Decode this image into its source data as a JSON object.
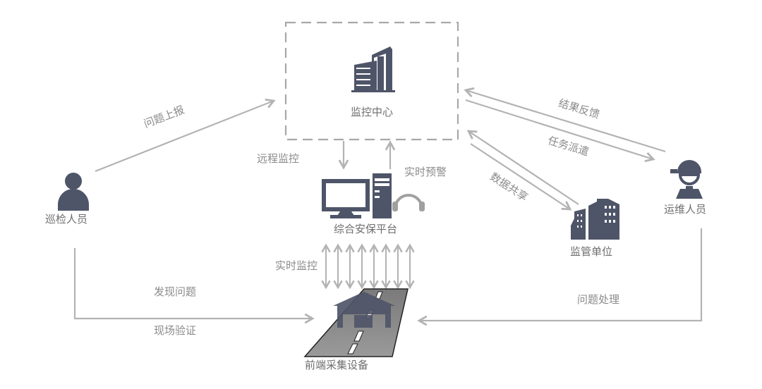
{
  "colors": {
    "icon": "#4f5568",
    "arrow": "#b3b3b3",
    "dash": "#a8a8a8",
    "road": "#8c8c8c",
    "label": "#8a8a8a",
    "headphones": "#a0a0a0"
  },
  "nodes": {
    "monitoring_center": {
      "label": "监控中心",
      "icon": "office-building-icon"
    },
    "security_platform": {
      "label": "综合安保平台",
      "icon": "desktop-computer-icon"
    },
    "frontend_devices": {
      "label": "前端采集设备",
      "icon": "garage-road-icon"
    },
    "patrol_staff": {
      "label": "巡检人员",
      "icon": "person-icon"
    },
    "maintenance_staff": {
      "label": "运维人员",
      "icon": "worker-cap-icon"
    },
    "regulator": {
      "label": "监管单位",
      "icon": "city-buildings-icon"
    }
  },
  "edges": {
    "issue_report": "问题上报",
    "remote_monitoring": "远程监控",
    "realtime_alert": "实时预警",
    "realtime_monitoring": "实时监控",
    "result_feedback": "结果反馈",
    "task_dispatch": "任务派遣",
    "data_sharing": "数据共享",
    "issue_found": "发现问题",
    "onsite_verification": "现场验证",
    "issue_handling": "问题处理"
  }
}
